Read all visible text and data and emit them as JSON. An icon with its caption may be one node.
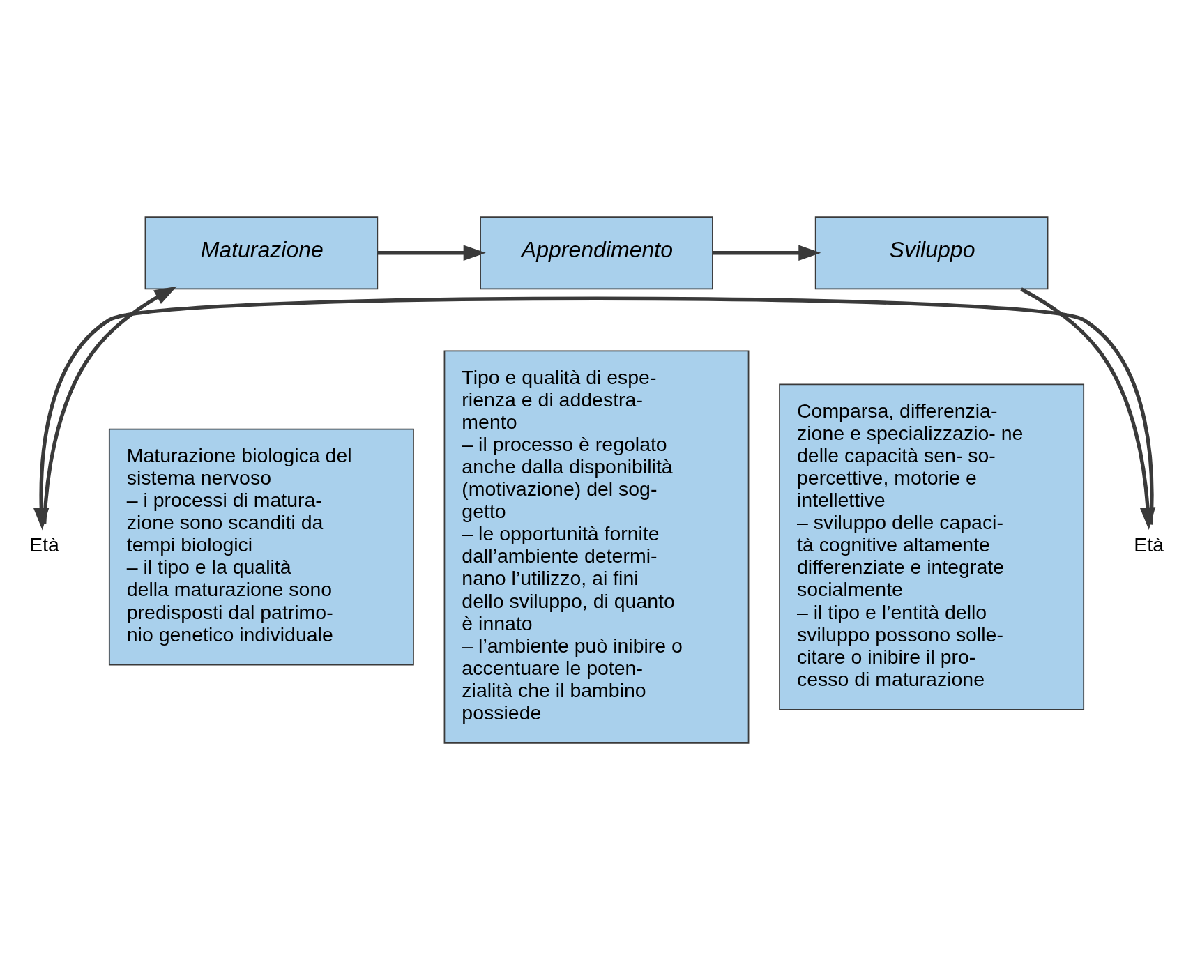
{
  "diagram": {
    "nodes": [
      {
        "text": [
          "Maturazione"
        ]
      },
      {
        "text": [
          "Apprendimento"
        ]
      },
      {
        "text": [
          "Sviluppo"
        ]
      },
      {
        "text": [
          "Maturazione biologica del sistema nervoso",
          "– i processi di matura- zione sono scanditi da tempi biologici",
          "– il tipo e la qualità della maturazione sono predisposti dal patrimo- nio genetico individuale"
        ]
      },
      {
        "text": [
          "Tipo e qualità di espe- rienza e di addestra- mento",
          "– il processo è regolato anche dalla disponibilità (motivazione) del sog- getto",
          "– le opportunità fornite dall’ambiente determi- nano l’utilizzo, ai fini dello sviluppo, di quanto è innato",
          "– l’ambiente può inibire o accentuare le poten- zialità che il bambino possiede"
        ]
      },
      {
        "text": [
          "Comparsa, differenzia- zione e specializzazio- ne delle capacità sen- so-percettive, motorie e intellettive",
          "– sviluppo delle capaci- tà cognitive altamente differenziate e integrate socialmente",
          "– il tipo e l’entità dello sviluppo possono solle- citare o inibire il pro- cesso di maturazione"
        ]
      },
      {
        "text": [
          "Età"
        ]
      },
      {
        "text": [
          "Età"
        ]
      }
    ],
    "edges": [
      {
        "from": 0,
        "to": 1,
        "arrow": "to"
      },
      {
        "from": 1,
        "to": 2,
        "arrow": "to"
      },
      {
        "from": 2,
        "to": 7,
        "arrow": "to"
      },
      {
        "from": 7,
        "to": 6,
        "arrow": "to"
      },
      {
        "from": 6,
        "to": 0,
        "arrow": "to"
      }
    ]
  }
}
